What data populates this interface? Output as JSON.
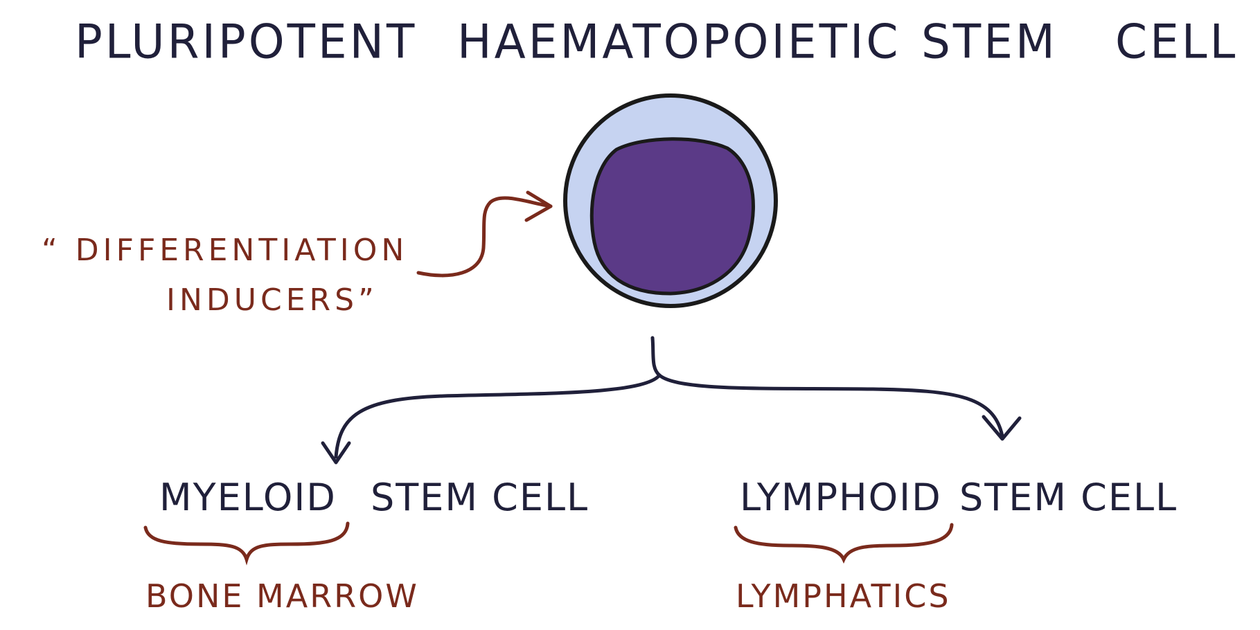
{
  "title": {
    "words": [
      "PLURIPOTENT",
      "HAEMATOPOIETIC",
      "STEM",
      "CELL"
    ]
  },
  "inducer_label": {
    "line1": "“ DIFFERENTIATION",
    "line2": "INDUCERS”"
  },
  "branches": {
    "left": {
      "label_word": "MYELOID",
      "label_rest": "STEM CELL",
      "site": "BONE MARROW"
    },
    "right": {
      "label_word": "LYMPHOID",
      "label_rest": "STEM CELL",
      "site": "LYMPHATICS"
    }
  },
  "colors": {
    "ink_dark": "#20203a",
    "ink_red": "#7a2a1c",
    "cell_cytoplasm": "#c6d3f1",
    "cell_nucleus": "#5b3a87"
  }
}
